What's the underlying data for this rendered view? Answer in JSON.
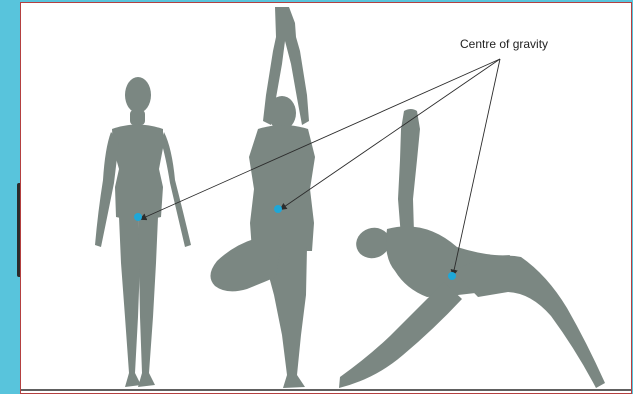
{
  "diagram": {
    "annotation_label": "Centre of gravity",
    "colors": {
      "page_background": "#58c4dc",
      "card_background": "#ffffff",
      "card_border": "#b44040",
      "silhouette": "#7b8782",
      "gravity_point": "#1ea7d8",
      "arrow": "#2c2c2c",
      "ground": "#606060"
    },
    "figures": [
      {
        "pose": "standing"
      },
      {
        "pose": "tree"
      },
      {
        "pose": "triangle"
      }
    ]
  }
}
